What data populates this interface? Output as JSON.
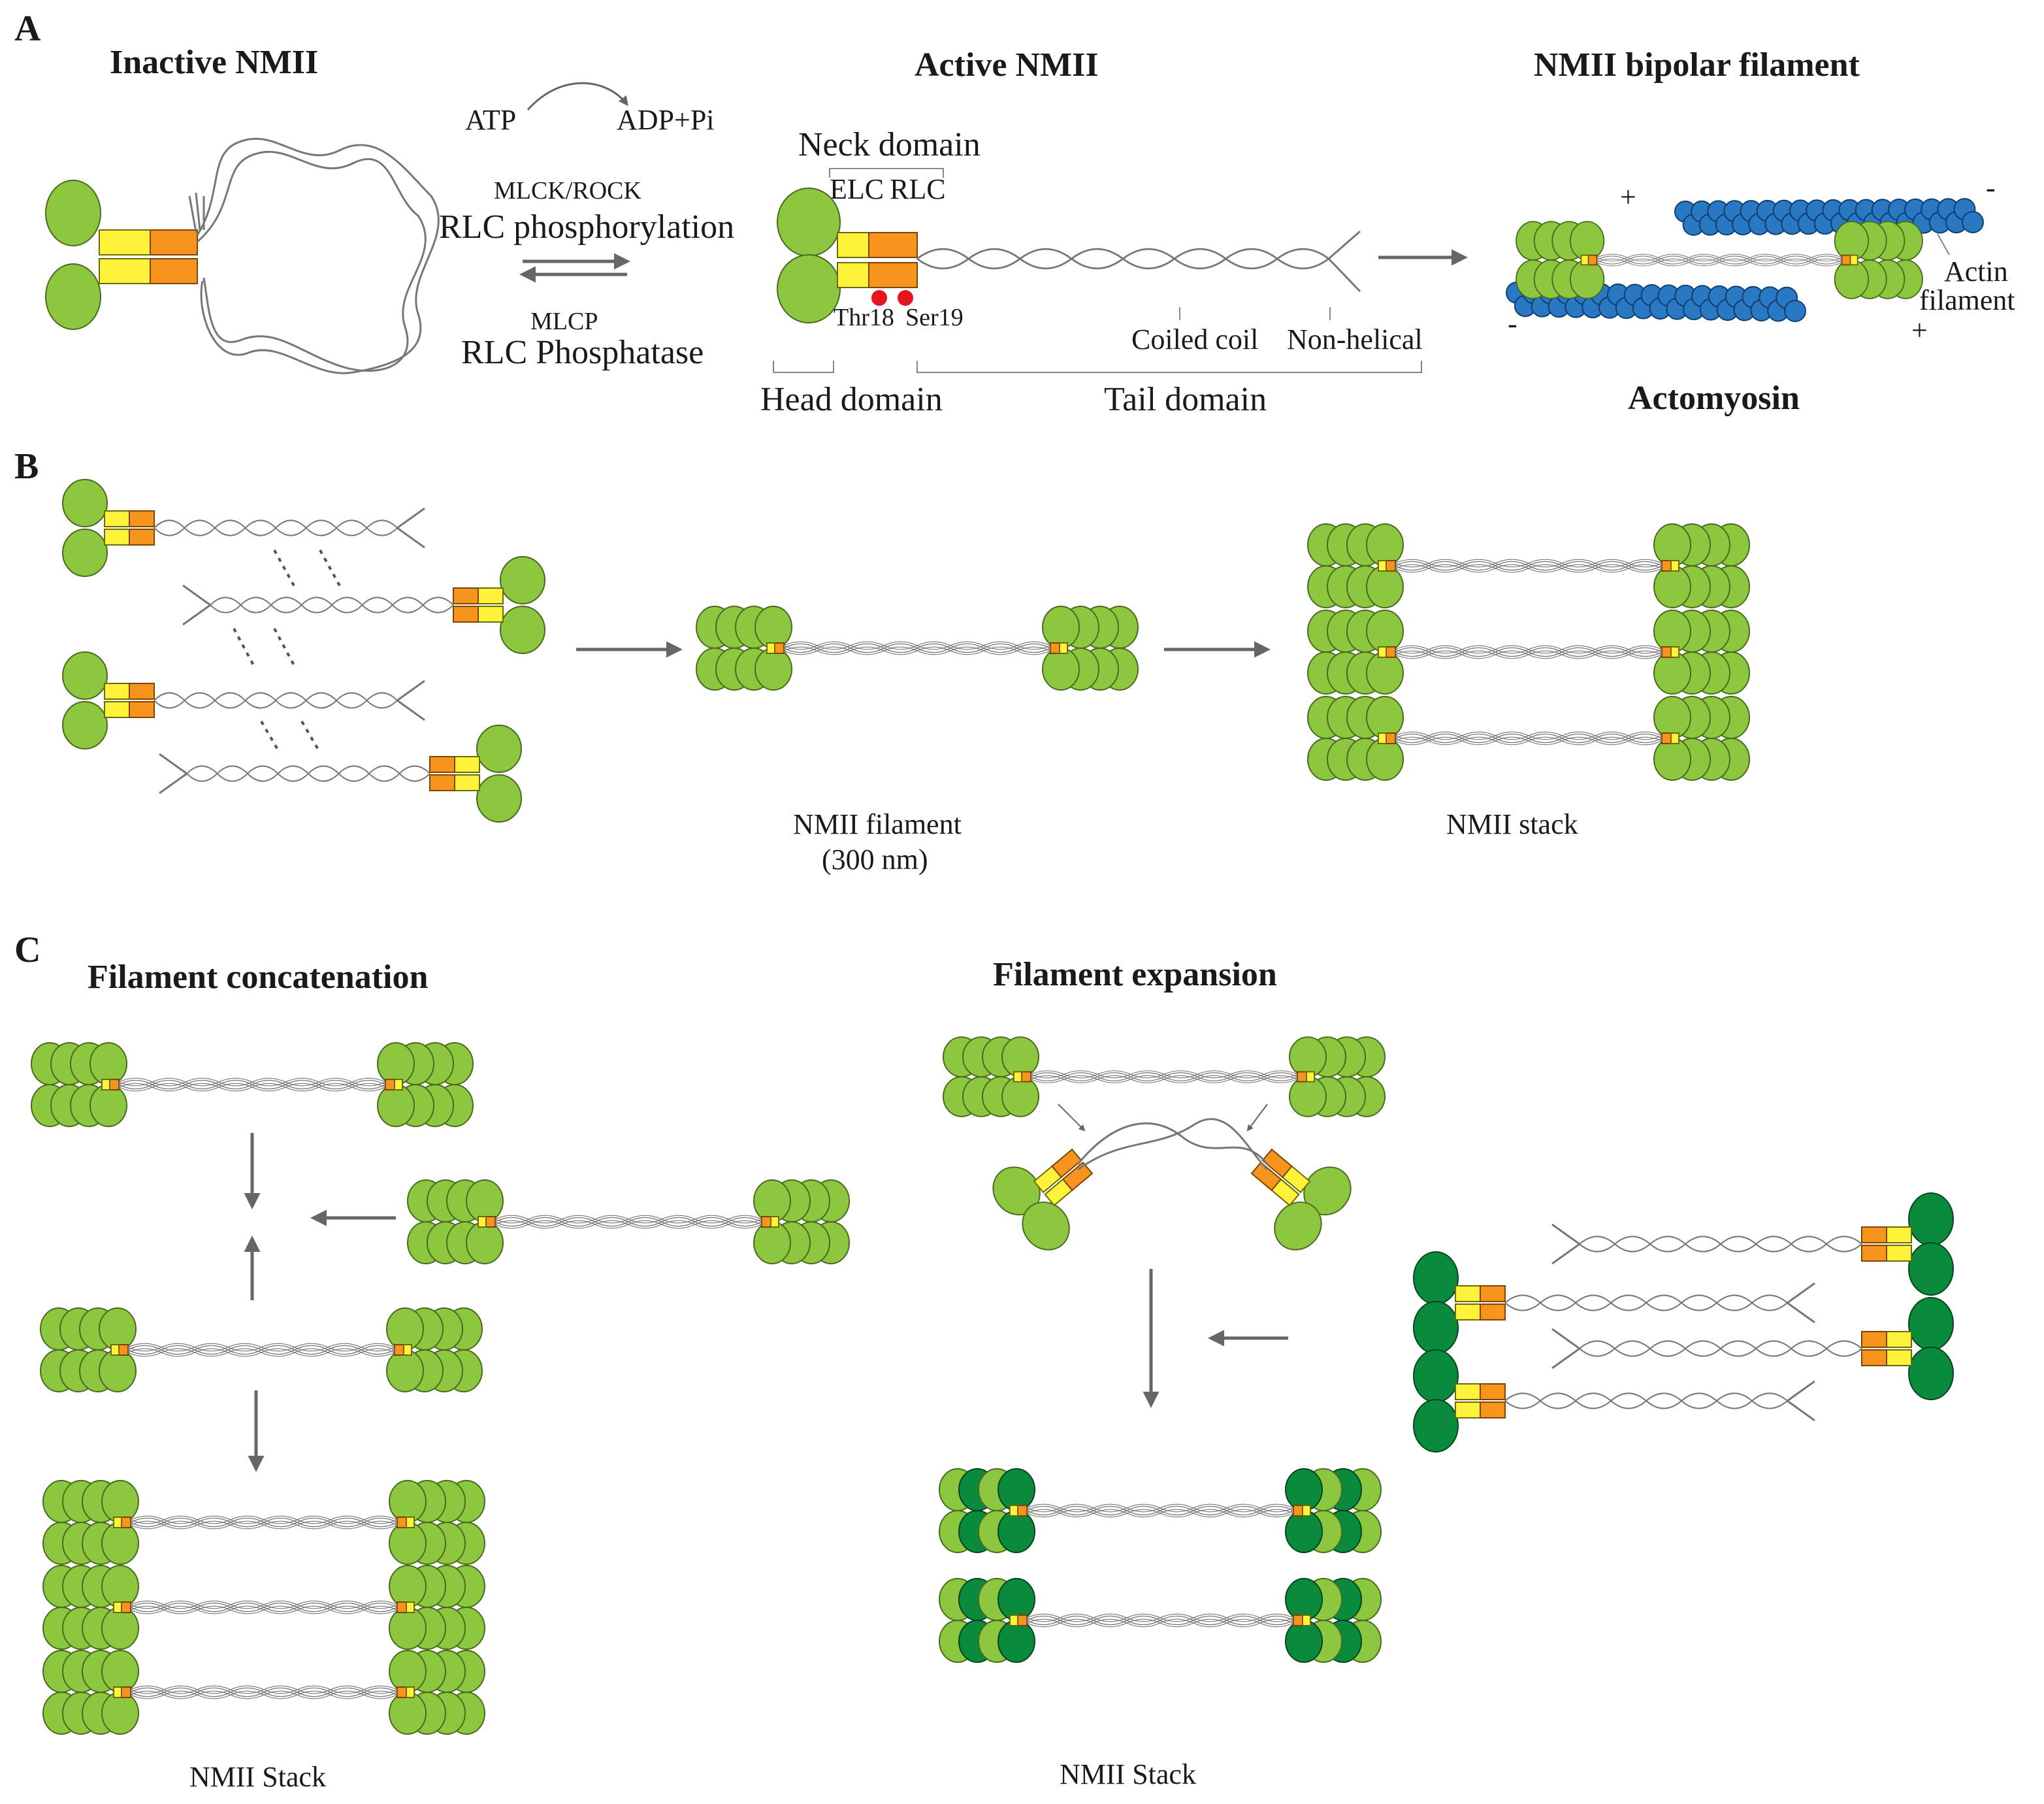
{
  "panels": {
    "a": "A",
    "b": "B",
    "c": "C"
  },
  "panel_a": {
    "inactive_title": "Inactive NMII",
    "active_title": "Active NMII",
    "bipolar_title": "NMII bipolar filament",
    "atp": "ATP",
    "adp": "ADP+Pi",
    "kinase": "MLCK/ROCK",
    "phosphorylation": "RLC phosphorylation",
    "phosphatase_enzyme": "MLCP",
    "phosphatase": "RLC Phosphatase",
    "neck_domain": "Neck domain",
    "elc": "ELC",
    "rlc": "RLC",
    "thr18": "Thr18",
    "ser19": "Ser19",
    "coiled_coil": "Coiled coil",
    "non_helical": "Non-helical",
    "head_domain": "Head domain",
    "tail_domain": "Tail domain",
    "actin_filament_line1": "Actin",
    "actin_filament_line2": "filament",
    "actomyosin": "Actomyosin",
    "plus": "+",
    "minus": "-"
  },
  "panel_b": {
    "filament_label": "NMII filament",
    "filament_size": "(300 nm)",
    "stack_label": "NMII stack"
  },
  "panel_c": {
    "concatenation_title": "Filament concatenation",
    "expansion_title": "Filament expansion",
    "stack_left": "NMII Stack",
    "stack_right": "NMII Stack"
  },
  "colors": {
    "head_light_green": "#8dc63f",
    "head_dark_green": "#0a8a3c",
    "elc_yellow": "#fff23a",
    "rlc_orange": "#f7941d",
    "actin_blue": "#2b78c2",
    "phospho_red": "#e8141b"
  }
}
